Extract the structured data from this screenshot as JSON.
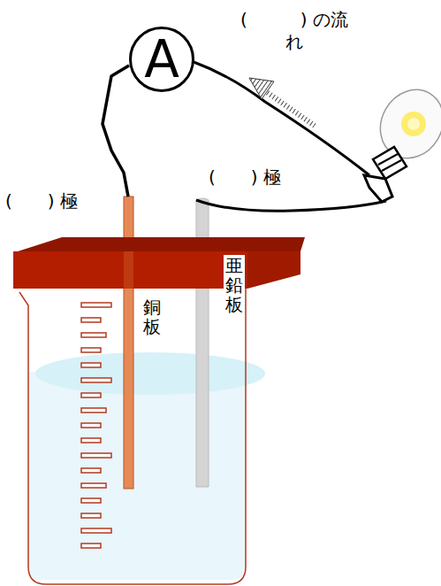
{
  "diagram": {
    "nodes": [
      {
        "text": [
          "A"
        ]
      }
    ],
    "labels": [
      "(　　　) の流れ",
      "(　　) 極",
      "(　　) 極",
      "亜鉛板",
      "銅板"
    ]
  }
}
